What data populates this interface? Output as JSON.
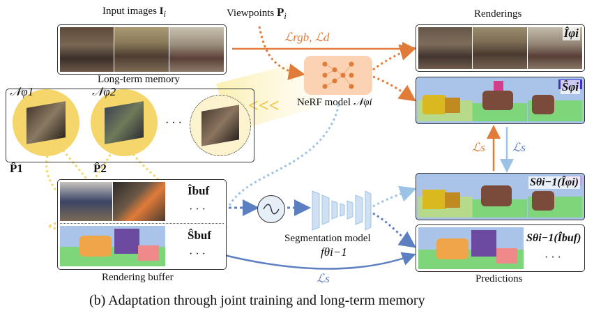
{
  "labels": {
    "input_images": "Input images",
    "input_images_sym": "I",
    "input_images_sub": "i",
    "viewpoints": "Viewpoints",
    "viewpoints_sym": "P",
    "viewpoints_sub": "i",
    "renderings": "Renderings",
    "long_term_memory": "Long-term memory",
    "nerf_model": "NeRF model",
    "segmentation_model": "Segmentation model",
    "rendering_buffer": "Rendering buffer",
    "predictions": "Predictions",
    "caption": "(b) Adaptation through joint training and long-term memory"
  },
  "math": {
    "loss_rgb_d": "ℒrgb,  ℒd",
    "loss_s": "ℒs",
    "n_phi1": "𝒩φ1",
    "n_phi2": "𝒩φ2",
    "n_phii": "𝒩φi",
    "p1": "P̂1",
    "p2": "P̂2",
    "i_hat_phi": "Îφi",
    "s_hat_phi": "Ŝφi",
    "i_buf": "Îbuf",
    "s_buf": "Ŝbuf",
    "f_theta": "fθi−1",
    "s_pred_phi": "Sθi−1(Îφi)",
    "s_pred_buf": "Sθi−1(Îbuf)",
    "dots": "· · ·"
  },
  "colors": {
    "orange": "#e07b39",
    "blue": "#5b7fc0",
    "light_blue": "#9cc3e6",
    "yellow": "#f5d66b",
    "nerf_fill": "#fbd3b3"
  }
}
